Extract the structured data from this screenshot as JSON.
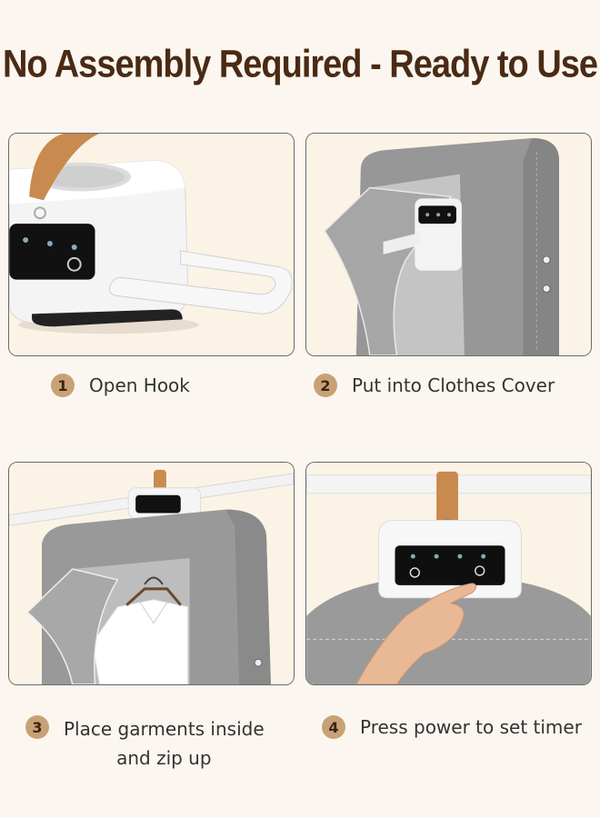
{
  "header": {
    "title": "No Assembly Required - Ready to Use"
  },
  "steps": [
    {
      "number": "1",
      "label": "Open Hook"
    },
    {
      "number": "2",
      "label": "Put into Clothes Cover"
    },
    {
      "number": "3",
      "label_line1": "Place garments inside",
      "label_line2": "and zip up"
    },
    {
      "number": "4",
      "label": "Press power to set timer"
    }
  ],
  "colors": {
    "title": "#4a2a14",
    "badge": "#c8a276",
    "cover": "#8f8f8f",
    "strap": "#c88a4e"
  }
}
